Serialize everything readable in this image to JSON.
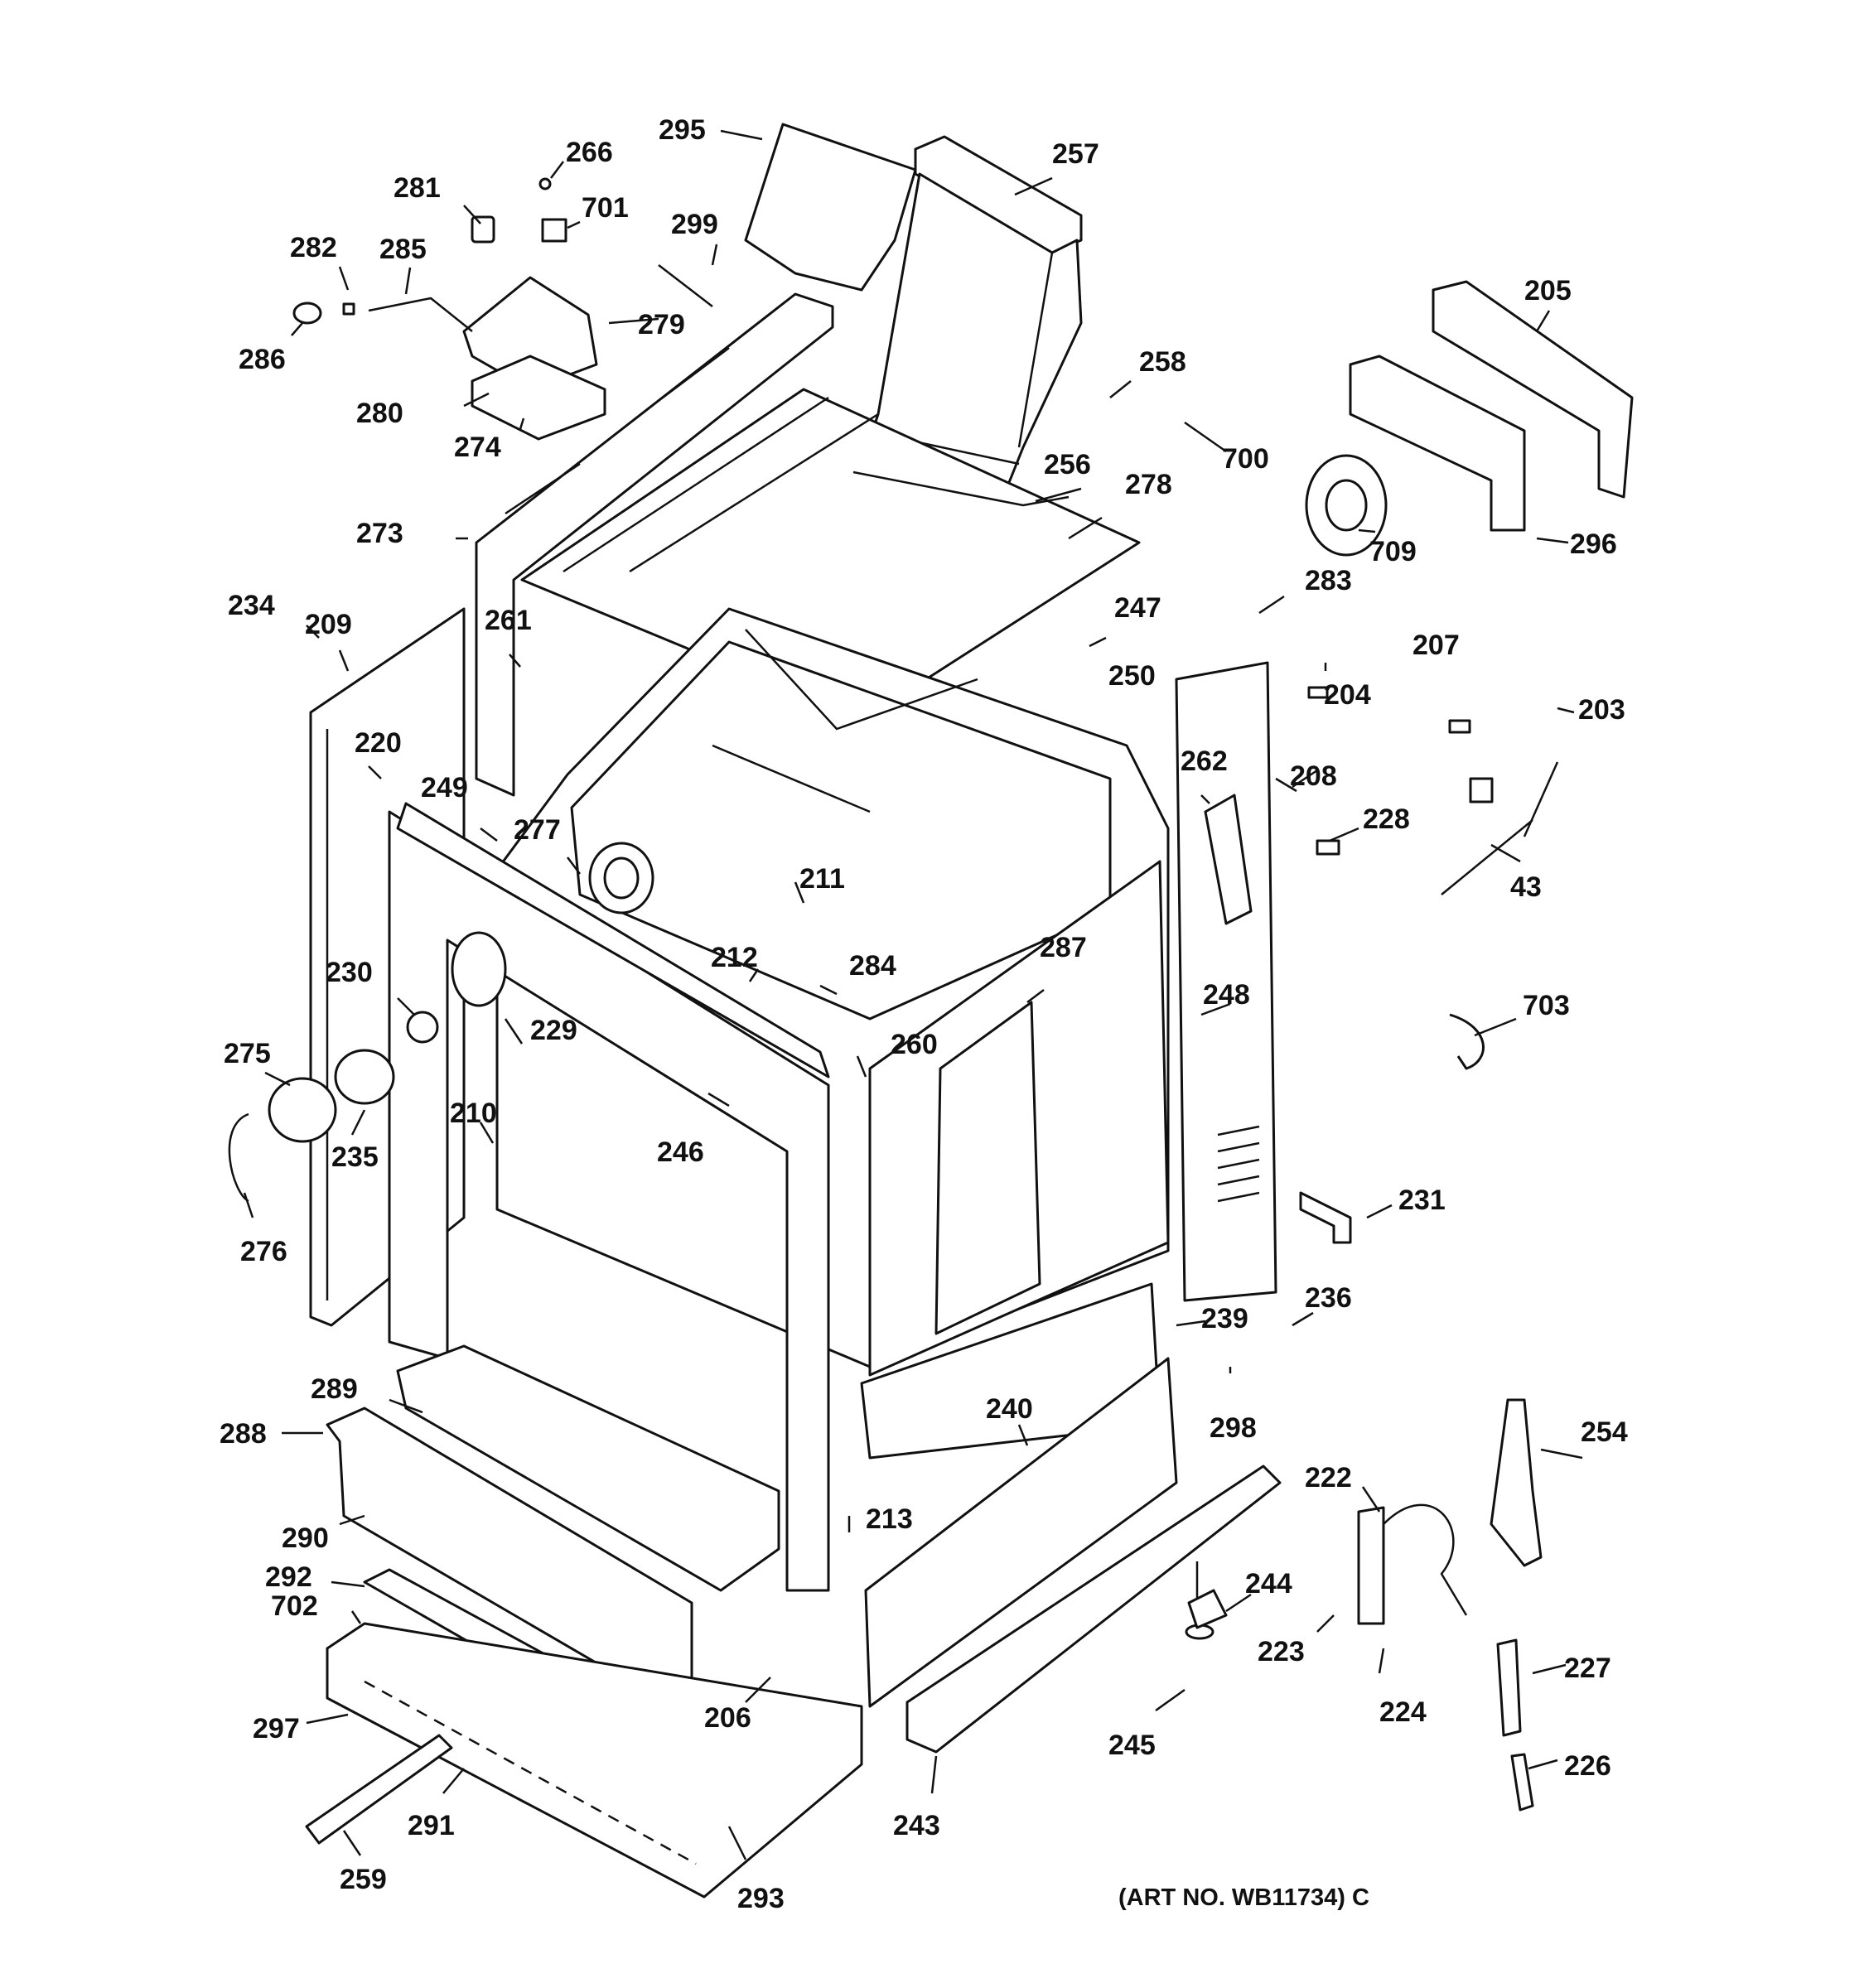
{
  "art_number": "(ART NO. WB11734) C",
  "callouts": [
    {
      "id": "295",
      "text": "295"
    },
    {
      "id": "266",
      "text": "266"
    },
    {
      "id": "257",
      "text": "257"
    },
    {
      "id": "281",
      "text": "281"
    },
    {
      "id": "701",
      "text": "701"
    },
    {
      "id": "299",
      "text": "299"
    },
    {
      "id": "282",
      "text": "282"
    },
    {
      "id": "285",
      "text": "285"
    },
    {
      "id": "205",
      "text": "205"
    },
    {
      "id": "279",
      "text": "279"
    },
    {
      "id": "286",
      "text": "286"
    },
    {
      "id": "258",
      "text": "258"
    },
    {
      "id": "280",
      "text": "280"
    },
    {
      "id": "700",
      "text": "700"
    },
    {
      "id": "274",
      "text": "274"
    },
    {
      "id": "256",
      "text": "256"
    },
    {
      "id": "278",
      "text": "278"
    },
    {
      "id": "709",
      "text": "709"
    },
    {
      "id": "296",
      "text": "296"
    },
    {
      "id": "273",
      "text": "273"
    },
    {
      "id": "283",
      "text": "283"
    },
    {
      "id": "234",
      "text": "234"
    },
    {
      "id": "247",
      "text": "247"
    },
    {
      "id": "209",
      "text": "209"
    },
    {
      "id": "261",
      "text": "261"
    },
    {
      "id": "207",
      "text": "207"
    },
    {
      "id": "250",
      "text": "250"
    },
    {
      "id": "204",
      "text": "204"
    },
    {
      "id": "203",
      "text": "203"
    },
    {
      "id": "220",
      "text": "220"
    },
    {
      "id": "262",
      "text": "262"
    },
    {
      "id": "208",
      "text": "208"
    },
    {
      "id": "249",
      "text": "249"
    },
    {
      "id": "228",
      "text": "228"
    },
    {
      "id": "277",
      "text": "277"
    },
    {
      "id": "211",
      "text": "211"
    },
    {
      "id": "43",
      "text": "43"
    },
    {
      "id": "212",
      "text": "212"
    },
    {
      "id": "287",
      "text": "287"
    },
    {
      "id": "230",
      "text": "230"
    },
    {
      "id": "284",
      "text": "284"
    },
    {
      "id": "248",
      "text": "248"
    },
    {
      "id": "703",
      "text": "703"
    },
    {
      "id": "275",
      "text": "275"
    },
    {
      "id": "229",
      "text": "229"
    },
    {
      "id": "260",
      "text": "260"
    },
    {
      "id": "210",
      "text": "210"
    },
    {
      "id": "235",
      "text": "235"
    },
    {
      "id": "246",
      "text": "246"
    },
    {
      "id": "231",
      "text": "231"
    },
    {
      "id": "276",
      "text": "276"
    },
    {
      "id": "236",
      "text": "236"
    },
    {
      "id": "239",
      "text": "239"
    },
    {
      "id": "289",
      "text": "289"
    },
    {
      "id": "298",
      "text": "298"
    },
    {
      "id": "240",
      "text": "240"
    },
    {
      "id": "254",
      "text": "254"
    },
    {
      "id": "288",
      "text": "288"
    },
    {
      "id": "222",
      "text": "222"
    },
    {
      "id": "213",
      "text": "213"
    },
    {
      "id": "290",
      "text": "290"
    },
    {
      "id": "244",
      "text": "244"
    },
    {
      "id": "292",
      "text": "292"
    },
    {
      "id": "702",
      "text": "702"
    },
    {
      "id": "223",
      "text": "223"
    },
    {
      "id": "227",
      "text": "227"
    },
    {
      "id": "206",
      "text": "206"
    },
    {
      "id": "224",
      "text": "224"
    },
    {
      "id": "297",
      "text": "297"
    },
    {
      "id": "245",
      "text": "245"
    },
    {
      "id": "226",
      "text": "226"
    },
    {
      "id": "291",
      "text": "291"
    },
    {
      "id": "243",
      "text": "243"
    },
    {
      "id": "259",
      "text": "259"
    },
    {
      "id": "293",
      "text": "293"
    }
  ]
}
